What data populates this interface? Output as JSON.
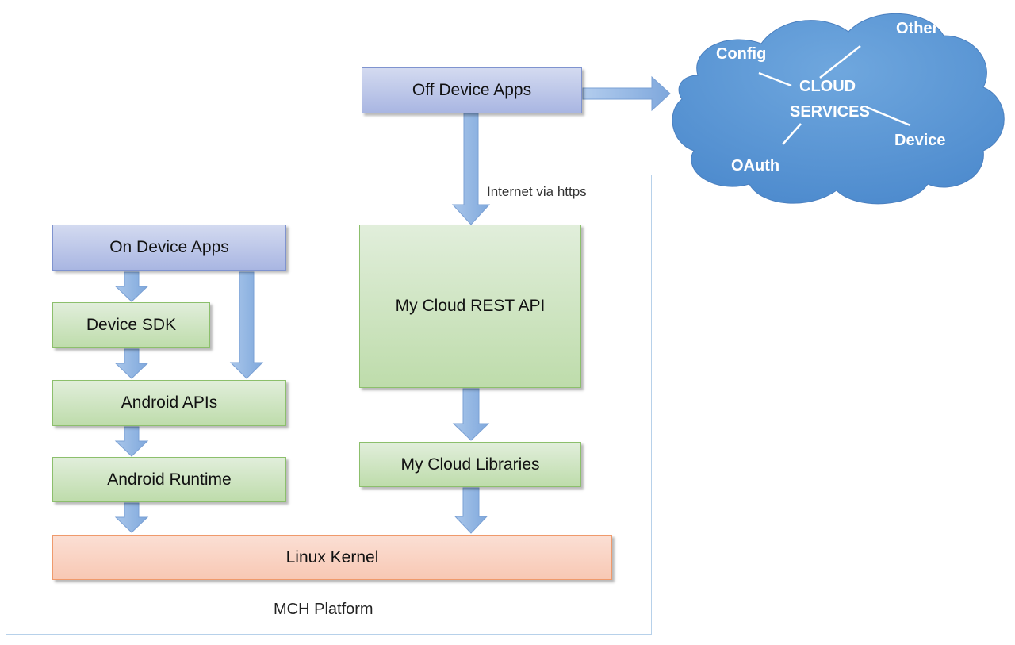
{
  "diagram": {
    "container": {
      "label": "MCH Platform"
    },
    "boxes": {
      "off_device_apps": "Off Device Apps",
      "on_device_apps": "On Device Apps",
      "device_sdk": "Device SDK",
      "android_apis": "Android APIs",
      "android_runtime": "Android Runtime",
      "my_cloud_rest_api": "My Cloud REST API",
      "my_cloud_libraries": "My Cloud Libraries",
      "linux_kernel": "Linux Kernel"
    },
    "edge_labels": {
      "internet": "Internet via https"
    },
    "cloud": {
      "title_line1": "CLOUD",
      "title_line2": "SERVICES",
      "services": [
        "Config",
        "Other",
        "Device",
        "OAuth"
      ]
    },
    "colors": {
      "arrow": "#8fb4e3",
      "cloud": "#5b9bd5",
      "app_box": "#b4c0e6",
      "layer_box": "#cfe4c4",
      "kernel_box": "#f9d0bf"
    }
  }
}
